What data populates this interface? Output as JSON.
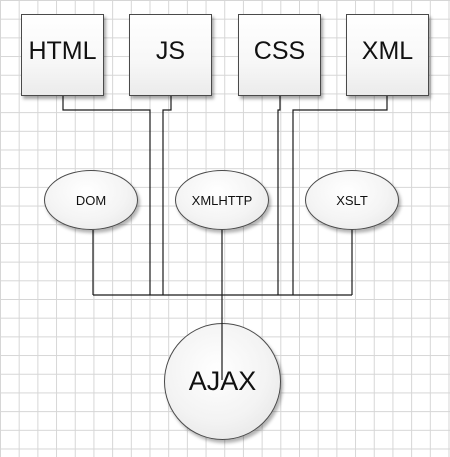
{
  "diagram": {
    "sources": {
      "html": "HTML",
      "js": "JS",
      "css": "CSS",
      "xml": "XML"
    },
    "components": {
      "dom": "DOM",
      "xmlhttp": "XMLHTTP",
      "xslt": "XSLT"
    },
    "result": "AJAX"
  },
  "colors": {
    "line": "#1a1a1a",
    "grid": "#d6d6d6",
    "border": "#4a4a4a"
  }
}
